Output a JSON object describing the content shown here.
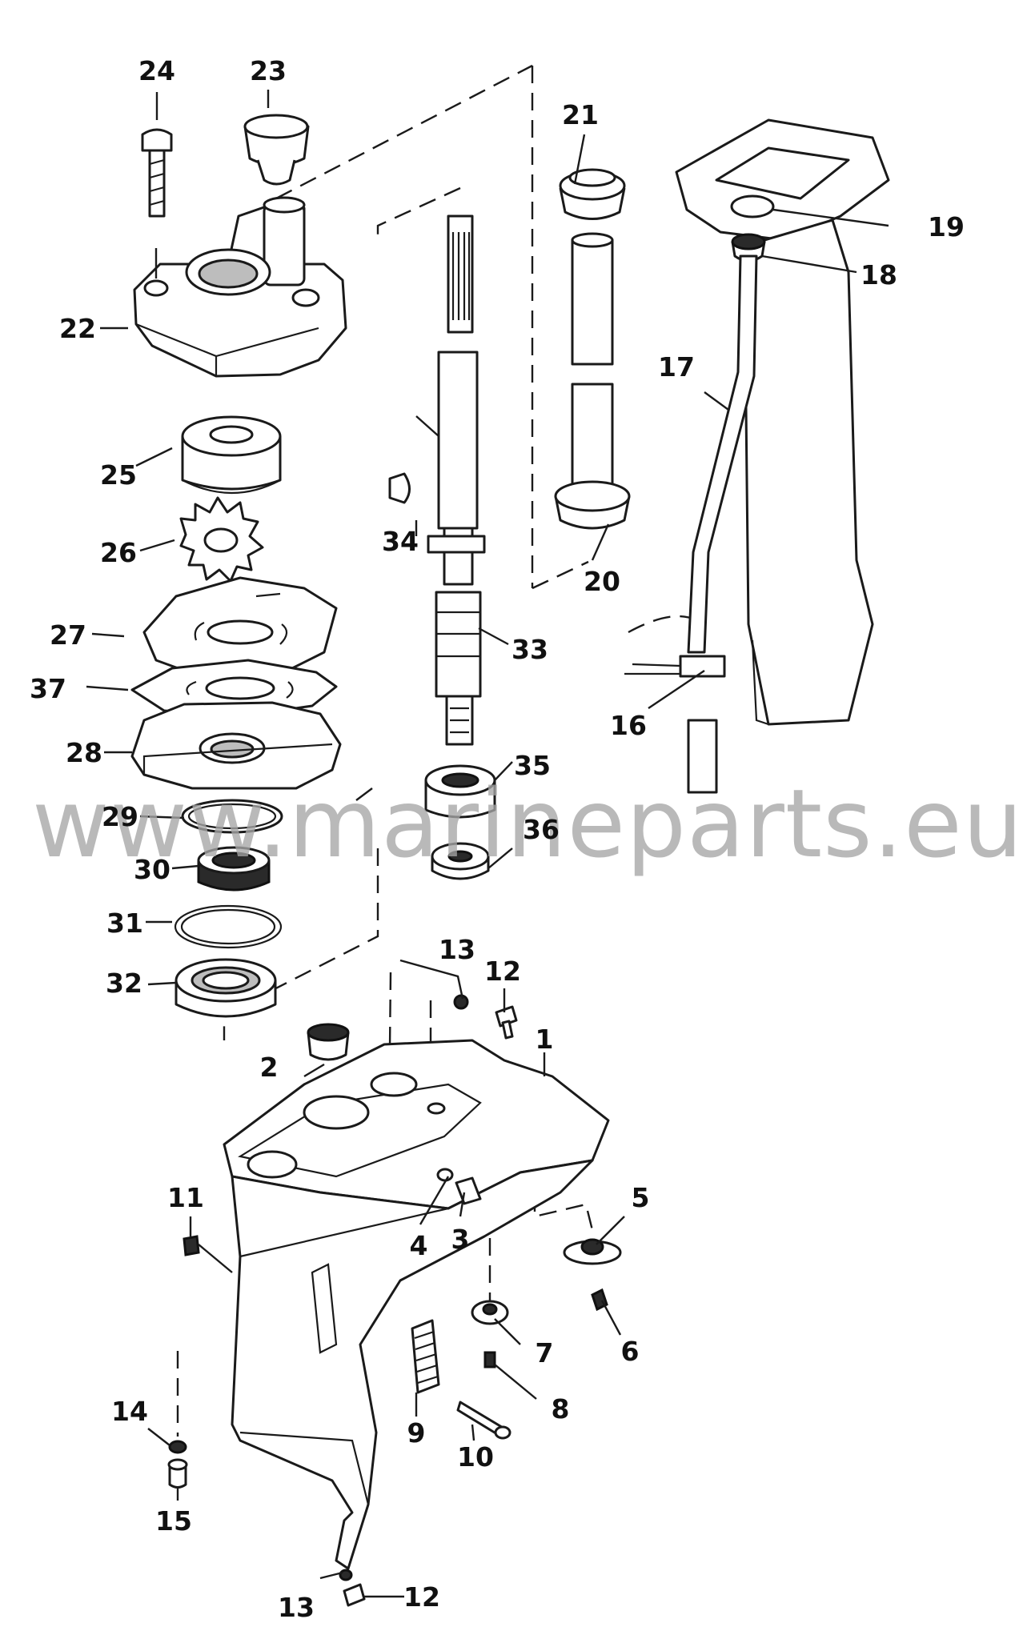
{
  "watermark": "www.marineparts.eu",
  "callouts": {
    "c1": "1",
    "c2": "2",
    "c3": "3",
    "c4": "4",
    "c5": "5",
    "c6": "6",
    "c7": "7",
    "c8": "8",
    "c9": "9",
    "c10": "10",
    "c11": "11",
    "c12a": "12",
    "c12b": "12",
    "c13a": "13",
    "c13b": "13",
    "c14": "14",
    "c15": "15",
    "c16": "16",
    "c17": "17",
    "c18": "18",
    "c19": "19",
    "c20": "20",
    "c21": "21",
    "c22": "22",
    "c23": "23",
    "c24": "24",
    "c25": "25",
    "c26": "26",
    "c27": "27",
    "c28": "28",
    "c29": "29",
    "c30": "30",
    "c31": "31",
    "c32": "32",
    "c33": "33",
    "c34": "34",
    "c35": "35",
    "c36": "36",
    "c37": "37"
  }
}
